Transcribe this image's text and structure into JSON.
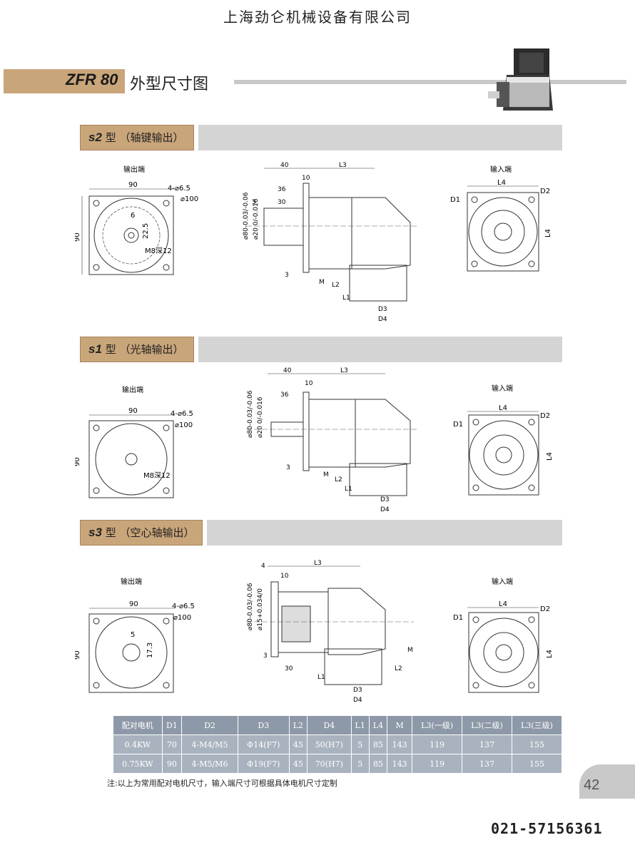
{
  "company": "上海劲仑机械设备有限公司",
  "title": {
    "code": "ZFR 80",
    "text": "外型尺寸图"
  },
  "sections": [
    {
      "code": "s2",
      "label": "型 （轴键输出）"
    },
    {
      "code": "s1",
      "label": "型 （光轴输出）"
    },
    {
      "code": "s3",
      "label": "型 （空心轴输出）"
    }
  ],
  "views": {
    "output_end": "输出端",
    "input_end": "输入端"
  },
  "dims": {
    "w90": "90",
    "h90": "90",
    "holes": "4-⌀6.5",
    "pcd": "⌀100",
    "thread": "M8深12",
    "key6": "6",
    "key22_5": "22.5",
    "key5": "5",
    "key17_3": "17.3",
    "d40": "40",
    "d10": "10",
    "l3": "L3",
    "d36": "36",
    "d3": "3",
    "d30": "30",
    "d4": "4",
    "shaft80": "⌀80-0.03/-0.06",
    "shaft20": "⌀20 0/-0.016",
    "shaft15": "⌀15+0.034/0",
    "m": "M",
    "l2": "L2",
    "l1": "L1",
    "dd3": "D3",
    "dd4": "D4",
    "l4": "L4",
    "dd1": "D1",
    "dd2": "D2"
  },
  "table": {
    "headers": [
      "配对电机",
      "D1",
      "D2",
      "D3",
      "L2",
      "D4",
      "L1",
      "L4",
      "M",
      "L3(一级)",
      "L3(二级)",
      "L3(三级)"
    ],
    "rows": [
      [
        "0.4KW",
        "70",
        "4-M4/M5",
        "Φ14(F7)",
        "45",
        "50(H7)",
        "5",
        "85",
        "143",
        "119",
        "137",
        "155"
      ],
      [
        "0.75KW",
        "90",
        "4-M5/M6",
        "Φ19(F7)",
        "45",
        "70(H7)",
        "5",
        "85",
        "143",
        "119",
        "137",
        "155"
      ]
    ]
  },
  "note": "注:以上为常用配对电机尺寸，输入端尺寸可根据具体电机尺寸定制",
  "page_number": "42",
  "phone": "021-57156361"
}
